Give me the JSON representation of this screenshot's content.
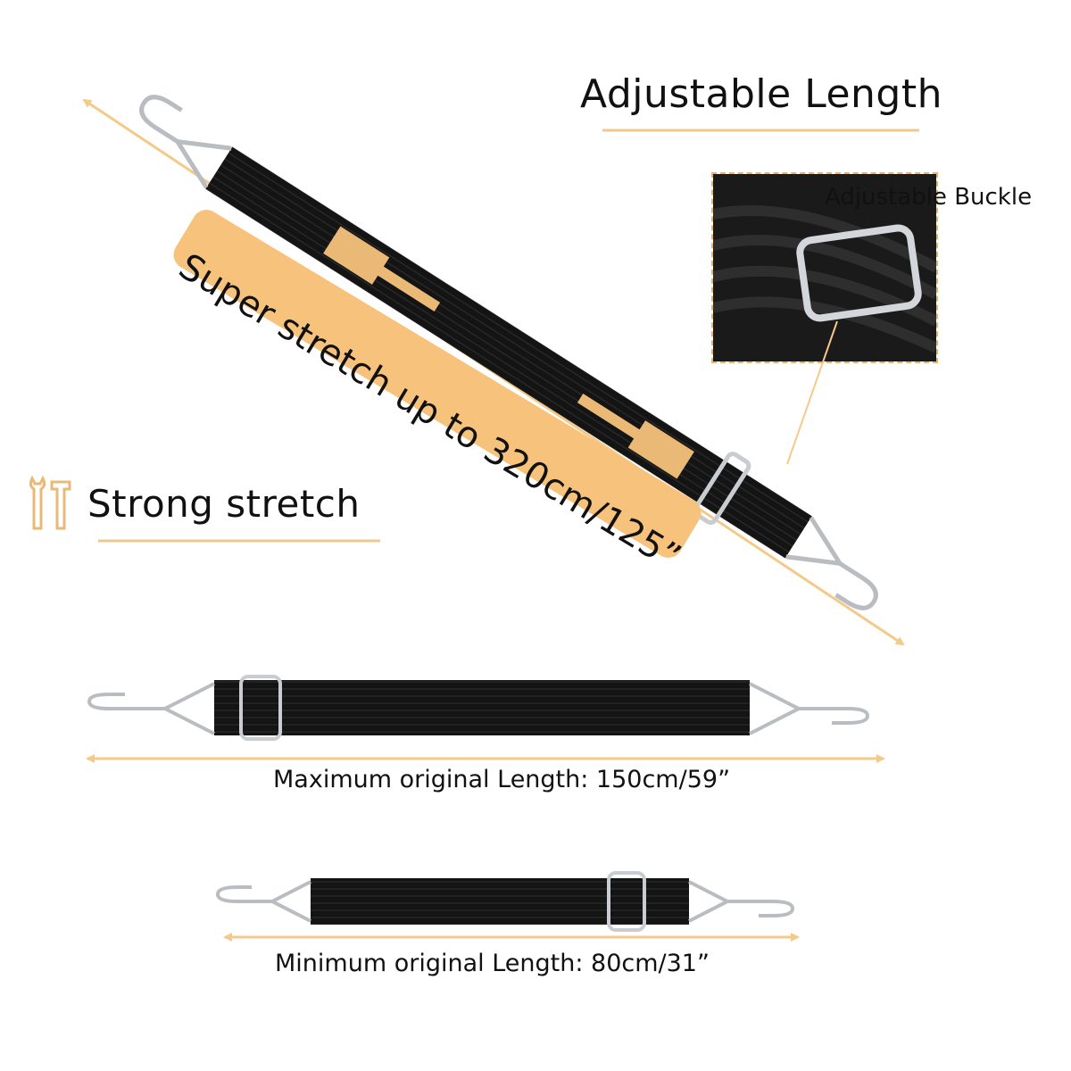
{
  "title": "Adjustable Length",
  "feature": "Strong stretch",
  "stretch_label": "Super stretch  up to 320cm/125”",
  "buckle_label": "Adjustable Buckle",
  "max_label": "Maximum original Length: 150cm/59”",
  "min_label": "Minimum original Length: 80cm/31”",
  "icon": "wrench-hammer-icon",
  "colors": {
    "accent": "#f7c27b",
    "arrow": "#f5c98a",
    "strap": "#141414",
    "metal": "#b9bcc0",
    "text": "#111111"
  }
}
